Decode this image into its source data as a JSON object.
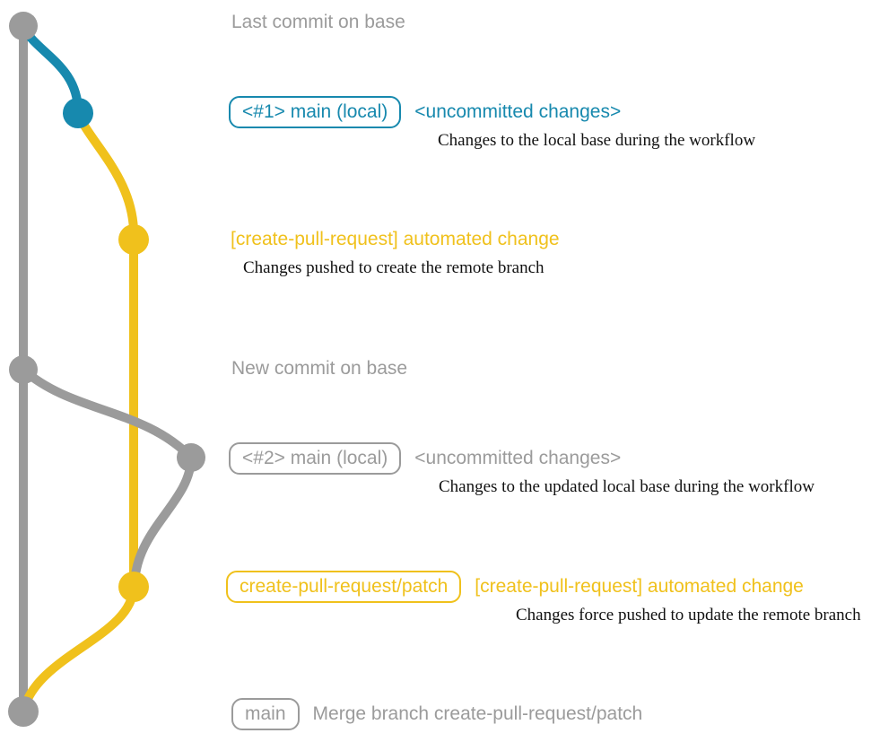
{
  "colors": {
    "gray": "#9b9b9b",
    "blue": "#1789ae",
    "yellow": "#f0c11c",
    "description_text": "#111111",
    "background": "#ffffff"
  },
  "graph": {
    "branches": [
      {
        "name": "base",
        "color_key": "gray"
      },
      {
        "name": "main (local)",
        "color_key": "blue"
      },
      {
        "name": "create-pull-request/patch",
        "color_key": "yellow"
      }
    ],
    "commits": [
      {
        "id": "last-commit-on-base",
        "branch": "base"
      },
      {
        "id": "uncommitted-changes-1",
        "branch": "main (local)"
      },
      {
        "id": "automated-change-1",
        "branch": "create-pull-request/patch"
      },
      {
        "id": "new-commit-on-base",
        "branch": "base"
      },
      {
        "id": "uncommitted-changes-2",
        "branch": "main (local)"
      },
      {
        "id": "automated-change-2",
        "branch": "create-pull-request/patch"
      },
      {
        "id": "merge-commit",
        "branch": "base"
      }
    ]
  },
  "annotations": {
    "last_commit": {
      "text": "Last commit on base"
    },
    "row_uncommitted_1": {
      "badge": "<#1> main (local)",
      "title": "<uncommitted changes>",
      "desc": "Changes to the local base during the workflow"
    },
    "row_automated_1": {
      "title": "[create-pull-request] automated change",
      "desc": "Changes pushed to create the remote branch"
    },
    "new_commit": {
      "text": "New commit on base"
    },
    "row_uncommitted_2": {
      "badge": "<#2> main (local)",
      "title": "<uncommitted changes>",
      "desc": "Changes to the updated local base during the workflow"
    },
    "row_automated_2": {
      "badge": "create-pull-request/patch",
      "title": "[create-pull-request] automated change",
      "desc": "Changes force pushed to update the remote branch"
    },
    "row_merge": {
      "badge": "main",
      "title": "Merge branch create-pull-request/patch"
    }
  }
}
